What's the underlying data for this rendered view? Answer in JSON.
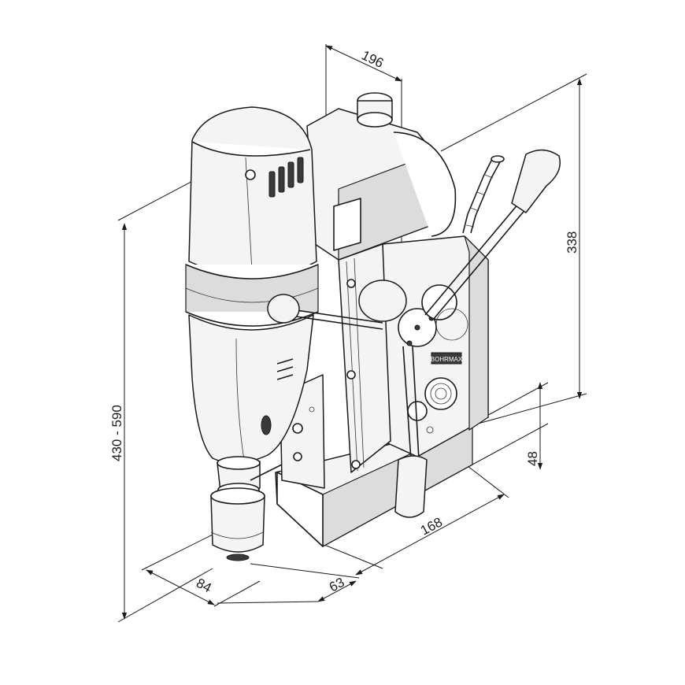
{
  "dimensions": {
    "width_top": "196",
    "height_right": "338",
    "height_left": "430 - 590",
    "base_height": "48",
    "base_length": "168",
    "offset": "63",
    "depth": "84"
  },
  "brand_plate": "BOHRMAX",
  "colors": {
    "line": "#1a1a1a",
    "fill": "#f4f4f4",
    "shade": "#dcdcdc"
  }
}
